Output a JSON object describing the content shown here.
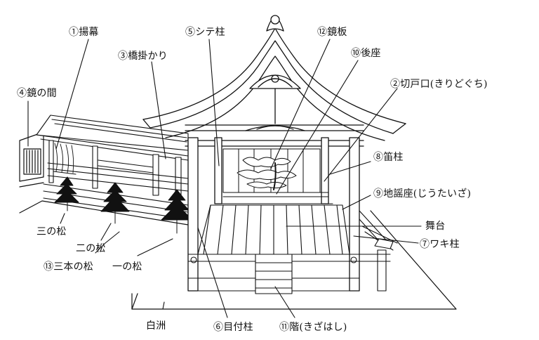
{
  "labels": {
    "agemaku": "①揚幕",
    "kirido": "②切戸口(きりどぐち)",
    "hashigakari": "③橋掛かり",
    "kagami_no_ma": "④鏡の間",
    "shite_bashira": "⑤シテ柱",
    "metsuke_bashira": "⑥目付柱",
    "waki_bashira": "⑦ワキ柱",
    "fue_bashira": "⑧笛柱",
    "jiutaiza": "⑨地謡座(じうたいざ)",
    "atoza": "⑩後座",
    "kizahashi": "⑪階(きざはし)",
    "kagamiita": "⑫鏡板",
    "sanbon_no_matsu": "⑬三本の松",
    "san_no_matsu": "三の松",
    "ni_no_matsu": "二の松",
    "ichi_no_matsu": "一の松",
    "butai": "舞台",
    "shirasu": "白洲"
  },
  "colors": {
    "ink": "#111111",
    "paper": "#ffffff"
  }
}
